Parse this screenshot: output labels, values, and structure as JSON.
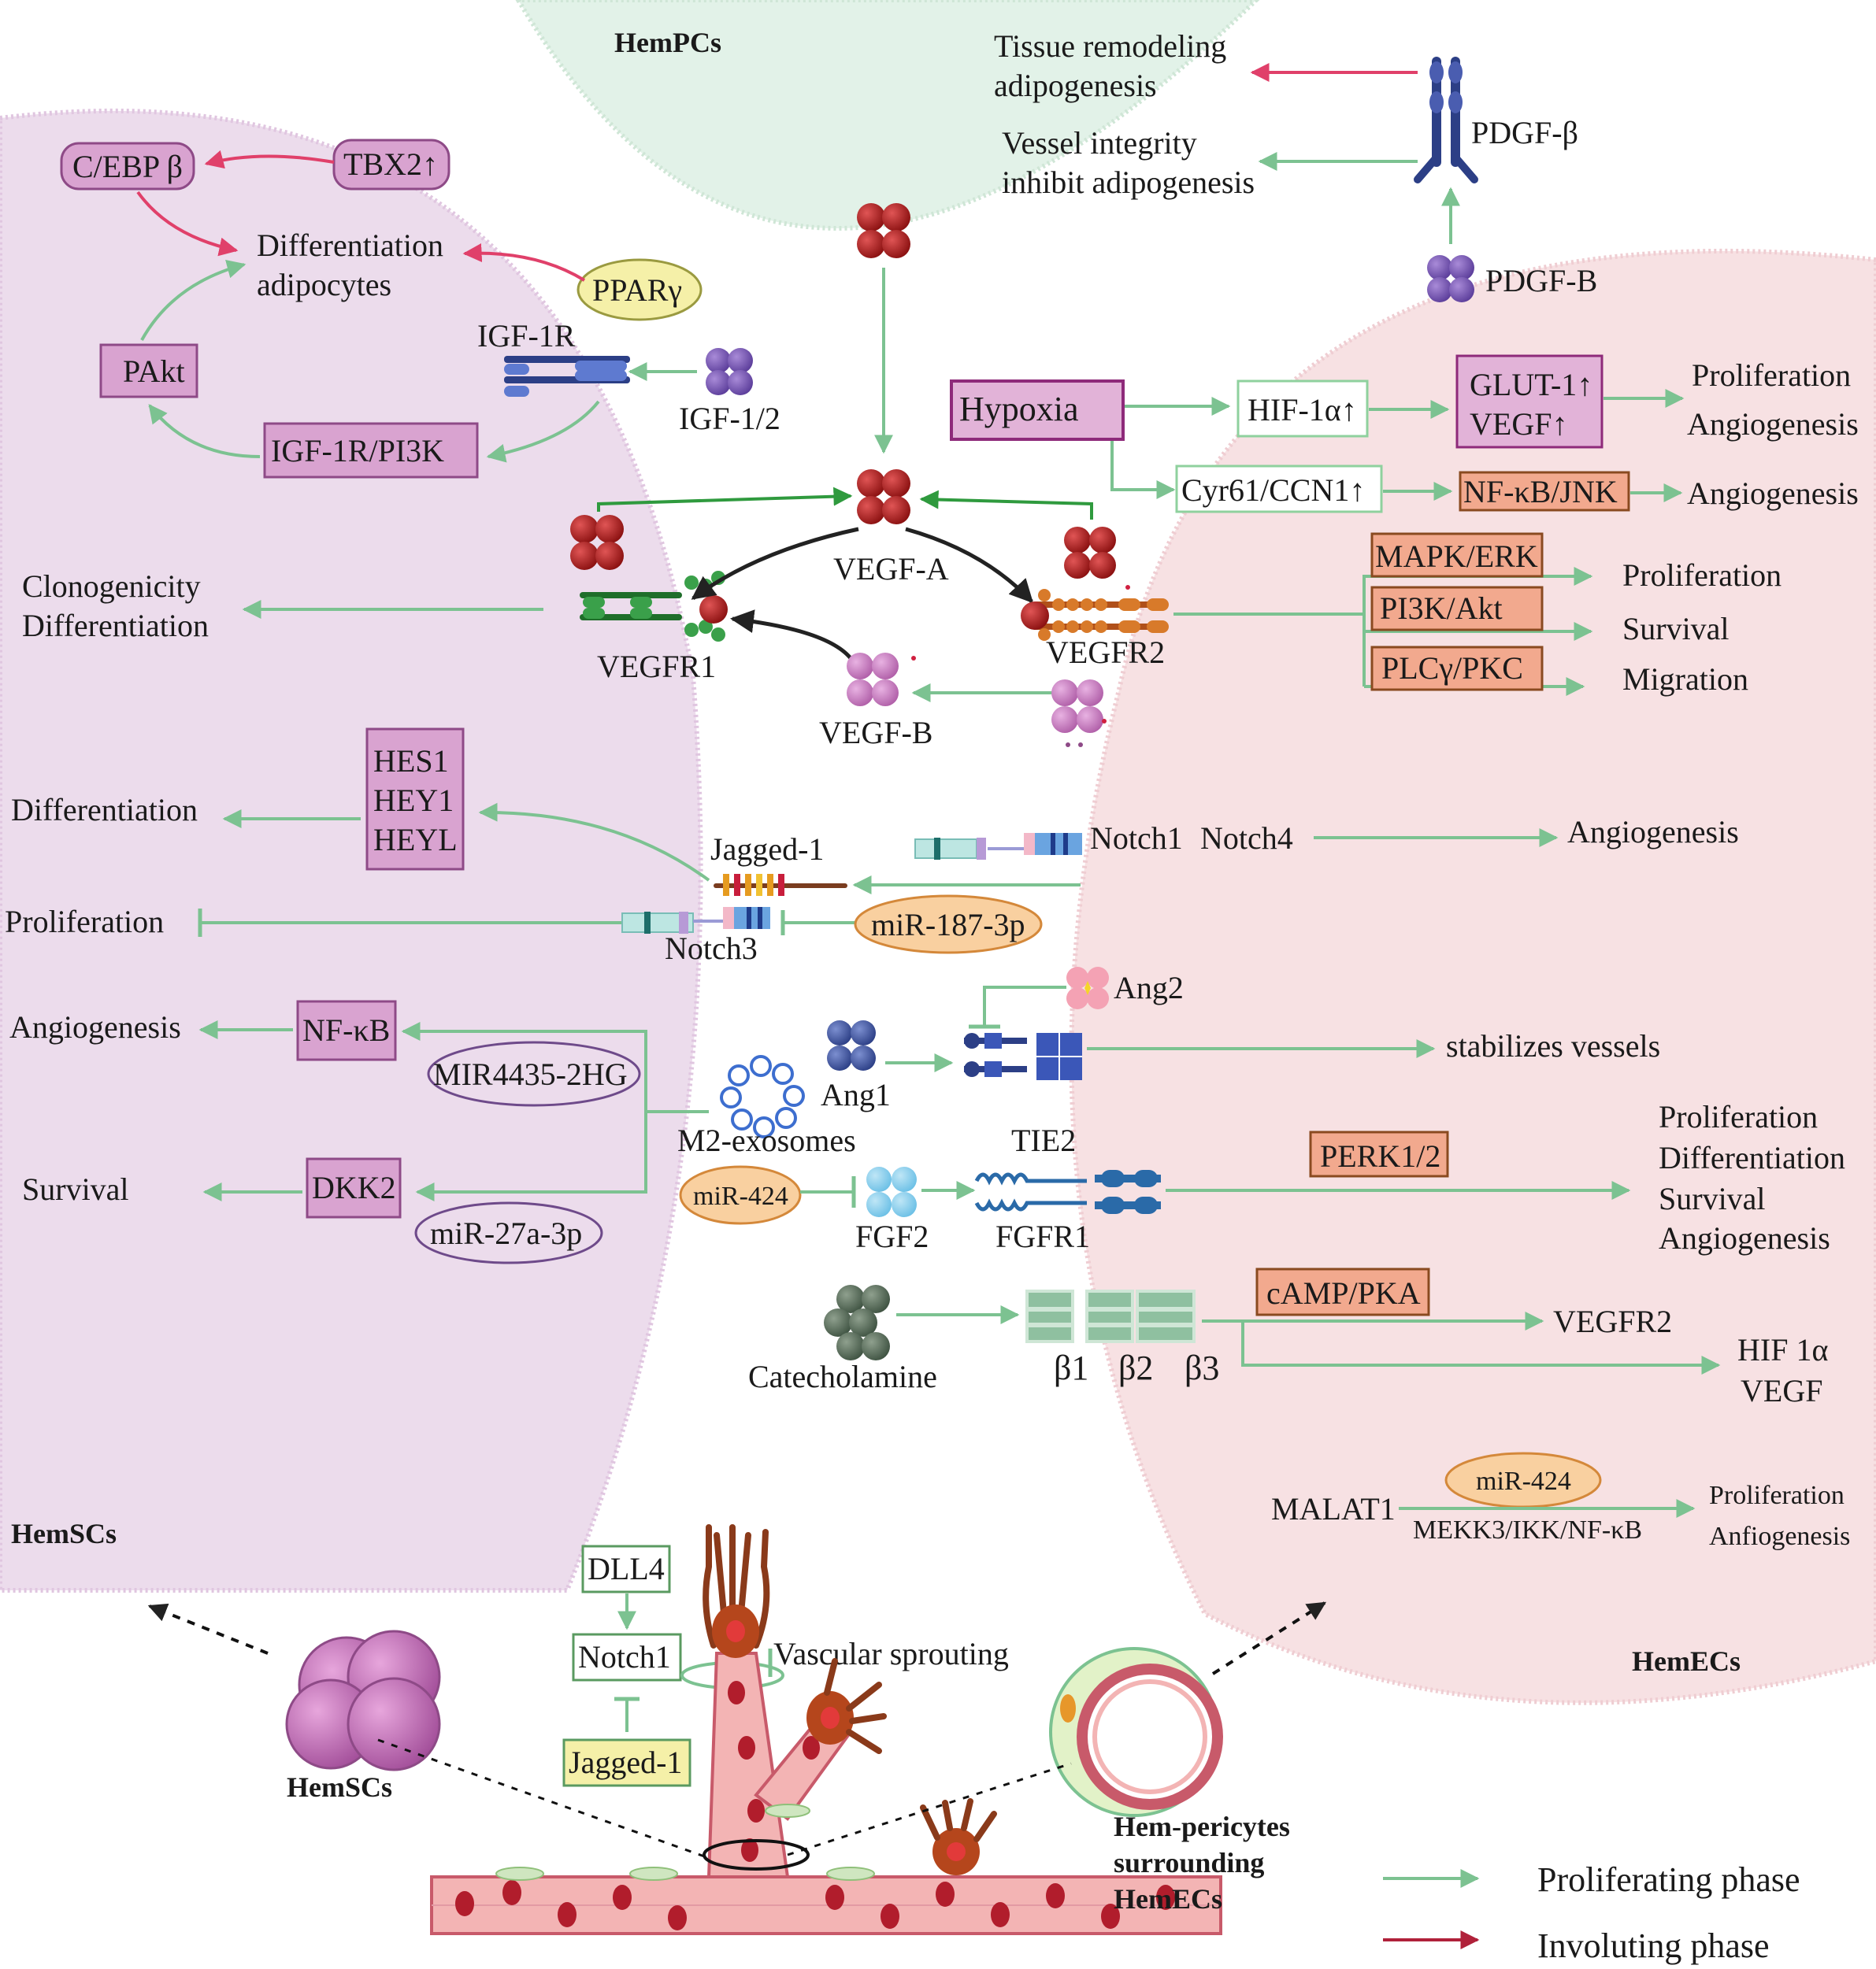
{
  "regions": {
    "hempcs": "HemPCs",
    "hemscs": "HemSCs",
    "hemecs": "HemECs"
  },
  "hempcs_section": {
    "tissue_line1": "Tissue remodeling",
    "tissue_line2": "adipogenesis",
    "vessel_line1": "Vessel integrity",
    "vessel_line2": "inhibit adipogenesis",
    "pdgf_receptor": "PDGF-β",
    "pdgf_ligand": "PDGF-B"
  },
  "hemscs_section": {
    "cebp": "C/EBP β",
    "tbx2": "TBX2↑",
    "diff_line1": "Differentiation",
    "diff_line2": "adipocytes",
    "ppar": "PPARγ",
    "pakt": "PAkt",
    "igf1r": "IGF-1R",
    "igf12": "IGF-1/2",
    "igf1r_pi3k": "IGF-1R/PI3K",
    "clono_line1": "Clonogenicity",
    "clono_line2": "Differentiation",
    "vegfr1": "VEGFR1",
    "hes1": "HES1",
    "hey1": "HEY1",
    "heyl": "HEYL",
    "differentiation": "Differentiation",
    "jagged1": "Jagged-1",
    "proliferation": "Proliferation",
    "notch3": "Notch3",
    "mir187": "miR-187-3p",
    "angiogenesis": "Angiogenesis",
    "nfkb": "NF-κB",
    "mir4435": "MIR4435-2HG",
    "m2exo": "M2-exosomes",
    "survival": "Survival",
    "dkk2": "DKK2",
    "mir27": "miR-27a-3p"
  },
  "center_section": {
    "vegfa": "VEGF-A",
    "vegfb": "VEGF-B",
    "ang1": "Ang1",
    "ang2": "Ang2",
    "tie2": "TIE2",
    "mir424": "miR-424",
    "fgf2": "FGF2",
    "fgfr1": "FGFR1",
    "catecholamine": "Catecholamine",
    "b1": "β1",
    "b2": "β2",
    "b3": "β3"
  },
  "hemecs_section": {
    "hypoxia": "Hypoxia",
    "hif": "HIF-1α↑",
    "glut1": "GLUT-1↑",
    "vegf_up": "VEGF↑",
    "prolif": "Proliferation",
    "angio1": "Angiogenesis",
    "cyr61": "Cyr61/CCN1↑",
    "nfkb_jnk": "NF-κB/JNK",
    "angio2": "Angiogenesis",
    "vegfr2": "VEGFR2",
    "mapk": "MAPK/ERK",
    "pi3k": "PI3K/Akt",
    "plc": "PLCγ/PKC",
    "out_prolif": "Proliferation",
    "out_survival": "Survival",
    "out_migration": "Migration",
    "notch1": "Notch1",
    "notch4": "Notch4",
    "angio3": "Angiogenesis",
    "stabilizes": "stabilizes vessels",
    "perk": "PERK1/2",
    "fgf_prolif": "Proliferation",
    "fgf_diff": "Differentiation",
    "fgf_surv": "Survival",
    "fgf_angio": "Angiogenesis",
    "camp": "cAMP/PKA",
    "vegfr2_out": "VEGFR2",
    "hif1a": "HIF 1α",
    "vegf": "VEGF",
    "mir424b": "miR-424",
    "malat1": "MALAT1",
    "mekk": "MEKK3/IKK/NF-κB",
    "malat_prolif": "Proliferation",
    "malat_angio": "Anfiogenesis"
  },
  "bottom_section": {
    "dll4": "DLL4",
    "notch1": "Notch1",
    "jagged1": "Jagged-1",
    "sprouting": "Vascular sprouting",
    "hemscs_label": "HemSCs",
    "peri_line1": "Hem-pericytes",
    "peri_line2": "surrounding",
    "peri_line3": "HemECs"
  },
  "legend": {
    "proliferating": "Proliferating phase",
    "involuting": "Involuting phase"
  },
  "colors": {
    "green_arrow": "#7cc291",
    "red_arrow": "#e0406a",
    "dark_red_legend": "#b0213a",
    "scs_bg": "#ecdcec",
    "ecs_bg": "#f7e1e3",
    "pcs_bg": "#e2f2e8",
    "purple_box": "#d9a3d0",
    "orange_box": "#f2a98e",
    "yellow_ellipse": "#f5f0a8",
    "orange_ellipse": "#f9d0a0"
  }
}
